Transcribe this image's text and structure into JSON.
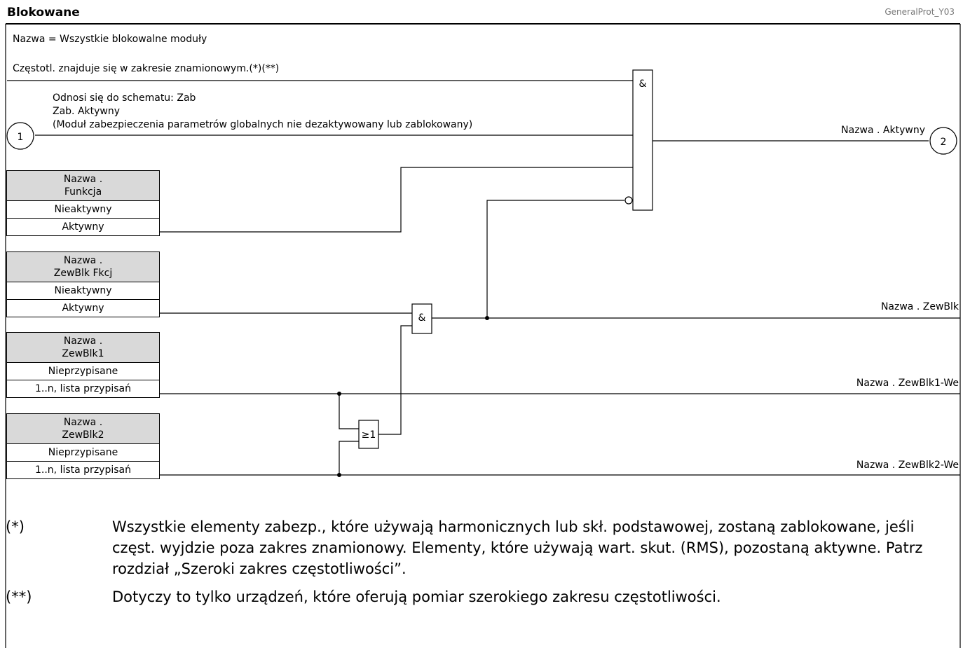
{
  "header": {
    "title": "Blokowane",
    "code": "GeneralProt_Y03"
  },
  "subtitle": "Nazwa = Wszystkie blokowalne moduły",
  "inputs": {
    "freq_label": "Częstotl. znajduje się w zakresie znamionowym.(*)(**)",
    "ref_line1": "Odnosi się do schematu: Zab",
    "ref_line2": "Zab. Aktywny",
    "ref_line3": "(Moduł zabezpieczenia parametrów globalnych nie dezaktywowany lub zablokowany)",
    "connector_in": "1",
    "connector_out": "2"
  },
  "param_tables": [
    {
      "title_line1": "Nazwa .",
      "title_line2": "Funkcja",
      "options": [
        "Nieaktywny",
        "Aktywny"
      ]
    },
    {
      "title_line1": "Nazwa .",
      "title_line2": "ZewBlk Fkcj",
      "options": [
        "Nieaktywny",
        "Aktywny"
      ]
    },
    {
      "title_line1": "Nazwa .",
      "title_line2": "ZewBlk1",
      "options": [
        "Nieprzypisane",
        "1..n, lista przypisań"
      ]
    },
    {
      "title_line1": "Nazwa .",
      "title_line2": "ZewBlk2",
      "options": [
        "Nieprzypisane",
        "1..n, lista przypisań"
      ]
    }
  ],
  "gates": {
    "and_main": "&",
    "and_ext": "&",
    "or_ext": "≥1"
  },
  "outputs": {
    "active": "Nazwa . Aktywny",
    "extblk": "Nazwa . ZewBlk",
    "extblk1_in": "Nazwa . ZewBlk1-We",
    "extblk2_in": "Nazwa . ZewBlk2-We"
  },
  "footnotes": [
    {
      "mark": "(*)",
      "text": "Wszystkie elementy zabezp., które używają harmonicznych lub skł. podstawowej, zostaną zablokowane, jeśli częst. wyjdzie poza zakres znamionowy. Elementy, które używają wart. skut. (RMS), pozostaną aktywne. Patrz rozdział „Szeroki zakres częstotliwości”."
    },
    {
      "mark": "(**)",
      "text": "Dotyczy to tylko urządzeń, które oferują pomiar szerokiego zakresu częstotliwości."
    }
  ]
}
